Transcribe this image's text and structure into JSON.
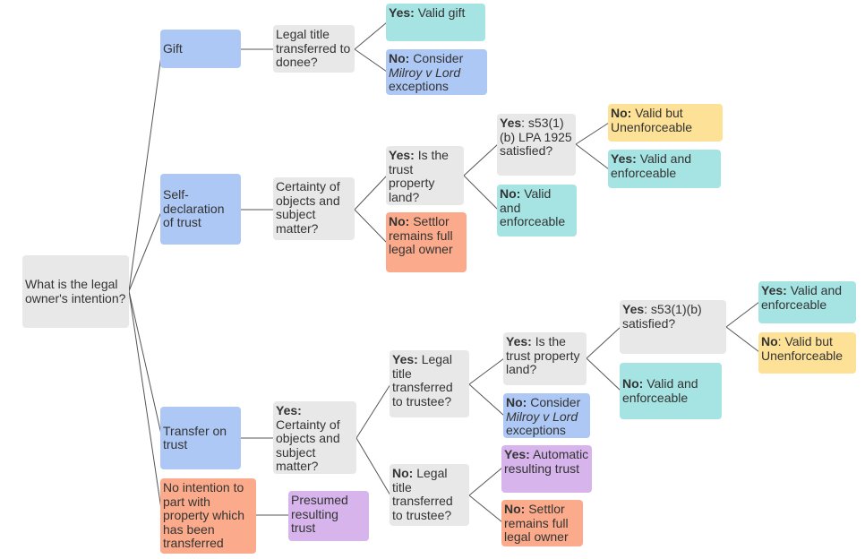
{
  "colors": {
    "gray": "#e8e8e8",
    "blue": "#adc8f5",
    "teal": "#a6e3e3",
    "salmon": "#fbab8b",
    "yellow": "#fde197",
    "purple": "#d7b5ec",
    "line": "#555555"
  },
  "nodes": {
    "root": {
      "text": "What is the legal owner's intention?"
    },
    "gift": {
      "text": "Gift"
    },
    "gift_q": {
      "text": "Legal title transferred to donee?"
    },
    "gift_yes": {
      "label": "Yes:",
      "text": "Valid gift"
    },
    "gift_no": {
      "label": "No:",
      "pre": "Consider",
      "case": "Milroy v Lord",
      "post": "exceptions"
    },
    "self_decl": {
      "text": "Self-declaration of trust"
    },
    "self_certainty": {
      "text": "Certainty of objects and subject matter?"
    },
    "self_yes_land": {
      "label": "Yes:",
      "text": "Is the trust property land?"
    },
    "self_no_settlor": {
      "label": "No:",
      "text": "Settlor remains full legal owner"
    },
    "self_s53": {
      "label": "Yes",
      "text": ": s53(1)(b) LPA 1925 satisfied?"
    },
    "self_no_valid": {
      "label": "No:",
      "text": "Valid and enforceable"
    },
    "self_s53_no": {
      "label": "No:",
      "text": "Valid but Unenforceable"
    },
    "self_s53_yes": {
      "label": "Yes:",
      "text": "Valid and enforceable"
    },
    "transfer": {
      "text": "Transfer on trust"
    },
    "transfer_certainty": {
      "label": "Yes:",
      "text": "Certainty of objects and subject matter?"
    },
    "transfer_yes_title": {
      "label": "Yes:",
      "text": "Legal title transferred to trustee?"
    },
    "transfer_no_title": {
      "label": "No:",
      "text": "Legal title transferred to trustee?"
    },
    "transfer_land": {
      "label": "Yes:",
      "text": "Is the trust property land?"
    },
    "transfer_milroy": {
      "label": "No:",
      "pre": "Consider",
      "case": "Milroy v Lord",
      "post": "exceptions"
    },
    "transfer_s53": {
      "label": "Yes",
      "text": ": s53(1)(b) satisfied?"
    },
    "transfer_no_valid": {
      "label": "No:",
      "text": "Valid and enforceable"
    },
    "transfer_s53_yes": {
      "label": "Yes:",
      "text": "Valid and enforceable"
    },
    "transfer_s53_no": {
      "label": "No",
      "text": ": Valid but Unenforceable"
    },
    "resulting_yes": {
      "label": "Yes:",
      "text": "Automatic resulting trust"
    },
    "resulting_no": {
      "label": "No:",
      "text": "Settlor remains full legal owner"
    },
    "no_intention": {
      "text": "No intention to part with property which has been transferred"
    },
    "presumed": {
      "text": "Presumed resulting trust"
    }
  }
}
